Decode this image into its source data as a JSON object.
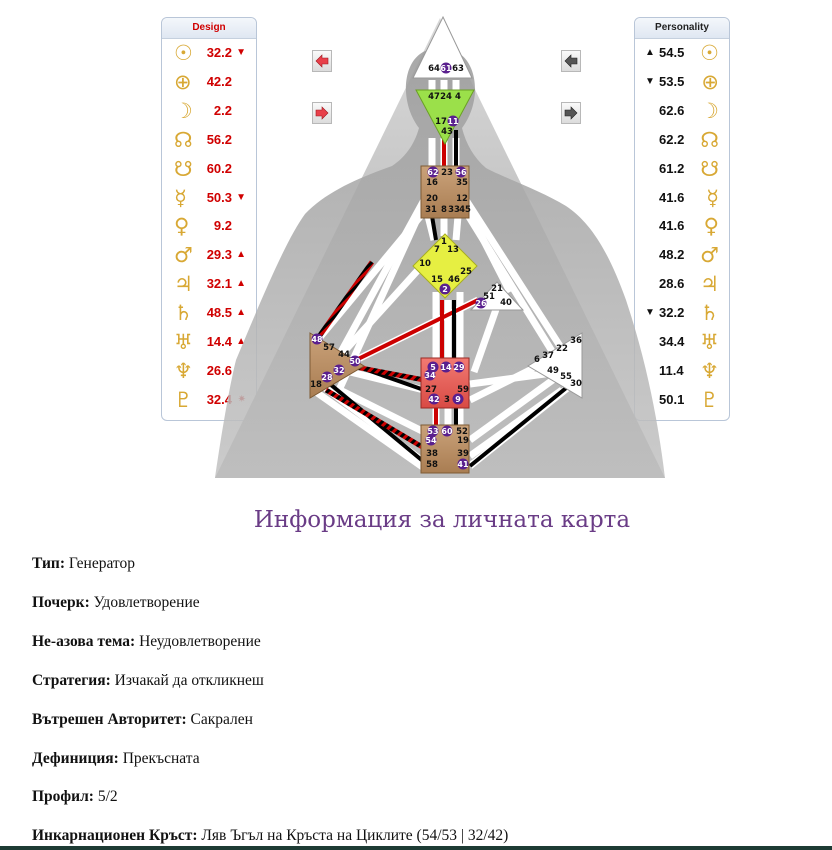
{
  "design": {
    "title": "Design",
    "rows": [
      {
        "glyph": "☉",
        "value": "32.2",
        "mark": "▼",
        "icon": "sun-icon"
      },
      {
        "glyph": "⊕",
        "value": "42.2",
        "mark": "",
        "icon": "earth-icon"
      },
      {
        "glyph": "☽",
        "value": "2.2",
        "mark": "",
        "icon": "moon-icon"
      },
      {
        "glyph": "☊",
        "value": "56.2",
        "mark": "",
        "icon": "north-node-icon"
      },
      {
        "glyph": "☋",
        "value": "60.2",
        "mark": "",
        "icon": "south-node-icon"
      },
      {
        "glyph": "☿",
        "value": "50.3",
        "mark": "▼",
        "icon": "mercury-icon"
      },
      {
        "glyph": "♀",
        "value": "9.2",
        "mark": "",
        "icon": "venus-icon"
      },
      {
        "glyph": "♂",
        "value": "29.3",
        "mark": "▲",
        "icon": "mars-icon"
      },
      {
        "glyph": "♃",
        "value": "32.1",
        "mark": "▲",
        "icon": "jupiter-icon"
      },
      {
        "glyph": "♄",
        "value": "48.5",
        "mark": "▲",
        "icon": "saturn-icon"
      },
      {
        "glyph": "♅",
        "value": "14.4",
        "mark": "▲",
        "icon": "uranus-icon"
      },
      {
        "glyph": "♆",
        "value": "26.6",
        "mark": "",
        "icon": "neptune-icon"
      },
      {
        "glyph": "♇",
        "value": "32.4",
        "mark": "✷",
        "icon": "pluto-icon"
      }
    ]
  },
  "personality": {
    "title": "Personality",
    "rows": [
      {
        "glyph": "☉",
        "value": "54.5",
        "mark": "▲",
        "icon": "sun-icon"
      },
      {
        "glyph": "⊕",
        "value": "53.5",
        "mark": "▼",
        "icon": "earth-icon"
      },
      {
        "glyph": "☽",
        "value": "62.6",
        "mark": "",
        "icon": "moon-icon"
      },
      {
        "glyph": "☊",
        "value": "62.2",
        "mark": "",
        "icon": "north-node-icon"
      },
      {
        "glyph": "☋",
        "value": "61.2",
        "mark": "",
        "icon": "south-node-icon"
      },
      {
        "glyph": "☿",
        "value": "41.6",
        "mark": "",
        "icon": "mercury-icon"
      },
      {
        "glyph": "♀",
        "value": "41.6",
        "mark": "",
        "icon": "venus-icon"
      },
      {
        "glyph": "♂",
        "value": "48.2",
        "mark": "",
        "icon": "mars-icon"
      },
      {
        "glyph": "♃",
        "value": "28.6",
        "mark": "",
        "icon": "jupiter-icon"
      },
      {
        "glyph": "♄",
        "value": "32.2",
        "mark": "▼",
        "icon": "saturn-icon"
      },
      {
        "glyph": "♅",
        "value": "34.4",
        "mark": "",
        "icon": "uranus-icon"
      },
      {
        "glyph": "♆",
        "value": "11.4",
        "mark": "",
        "icon": "neptune-icon"
      },
      {
        "glyph": "♇",
        "value": "50.1",
        "mark": "",
        "icon": "pluto-icon"
      }
    ]
  },
  "bodygraph": {
    "gates": {
      "head": [
        "64",
        "61",
        "63"
      ],
      "ajna": [
        "47",
        "24",
        "4",
        "17",
        "11",
        "43"
      ],
      "throat": [
        "62",
        "23",
        "56",
        "16",
        "35",
        "20",
        "12",
        "31",
        "8",
        "33",
        "45"
      ],
      "g": [
        "1",
        "7",
        "13",
        "10",
        "25",
        "15",
        "46",
        "2"
      ],
      "ego": [
        "21",
        "51",
        "26",
        "40"
      ],
      "spleen": [
        "48",
        "57",
        "44",
        "50",
        "32",
        "28",
        "18"
      ],
      "sacral": [
        "5",
        "14",
        "29",
        "34",
        "27",
        "59",
        "42",
        "3",
        "9"
      ],
      "root": [
        "53",
        "60",
        "52",
        "54",
        "19",
        "38",
        "39",
        "58",
        "41"
      ],
      "solar": [
        "36",
        "22",
        "37",
        "6",
        "49",
        "55",
        "30"
      ]
    },
    "colors": {
      "design": "#cc0000",
      "personality": "#000000",
      "open": "#ffffff",
      "activated_gate": "#5a1f8e"
    }
  },
  "info": {
    "title": "Информация за личната карта",
    "lines": [
      {
        "label": "Тип:",
        "value": "Генератор"
      },
      {
        "label": "Почерк:",
        "value": "Удовлетворение"
      },
      {
        "label": "Не-азова тема:",
        "value": "Неудовлетворение"
      },
      {
        "label": "Стратегия:",
        "value": "Изчакай да откликнеш"
      },
      {
        "label": "Вътрешен Авторитет:",
        "value": "Сакрален"
      },
      {
        "label": "Дефиниция:",
        "value": "Прекъсната"
      },
      {
        "label": "Профил:",
        "value": "5/2"
      },
      {
        "label": "Инкарнационен Кръст:",
        "value": "Ляв Ъгъл на Кръста на Циклите (54/53 | 32/42)"
      }
    ]
  }
}
